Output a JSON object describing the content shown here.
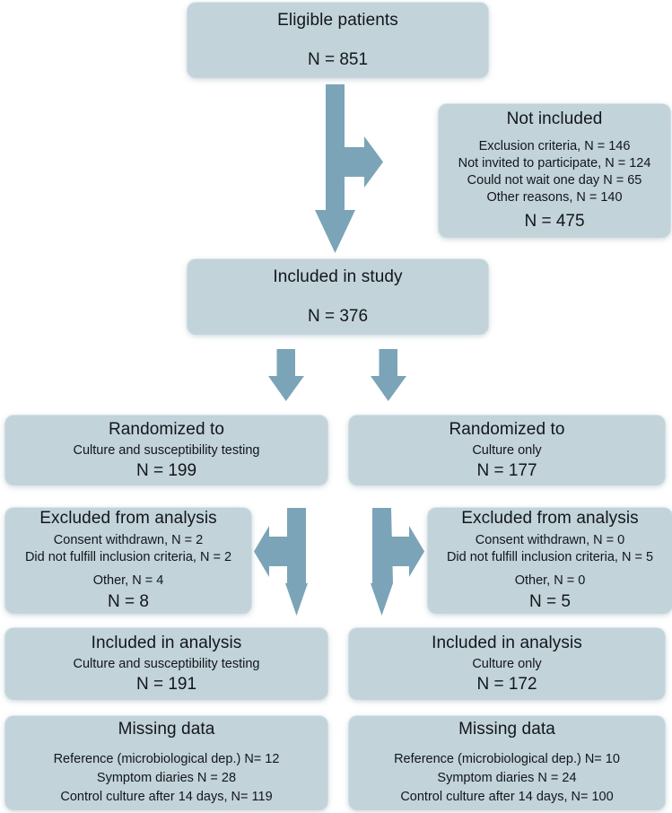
{
  "figure": {
    "type": "flowchart",
    "kind": "CONSORT patient flow diagram",
    "colors": {
      "box_fill": "#c2d3da",
      "arrow_fill": "#7ba4b8",
      "text": "#12161a",
      "background": "#ffffff"
    }
  },
  "nodes": {
    "eligible": {
      "title": "Eligible patients",
      "total": "N = 851"
    },
    "not_included": {
      "title": "Not included",
      "reasons": [
        "Exclusion criteria, N = 146",
        "Not invited to participate, N = 124",
        "Could not wait one day N = 65",
        "Other reasons, N = 140"
      ],
      "total": "N = 475"
    },
    "included_study": {
      "title": "Included in study",
      "total": "N = 376"
    },
    "randomized_left": {
      "title": "Randomized to",
      "sub": "Culture and susceptibility testing",
      "total": "N = 199"
    },
    "randomized_right": {
      "title": "Randomized to",
      "sub": "Culture only",
      "total": "N = 177"
    },
    "excluded_left": {
      "title": "Excluded from analysis",
      "reasons": [
        "Consent withdrawn, N = 2",
        "Did not fulfill inclusion criteria, N = 2",
        "Other, N = 4"
      ],
      "total": "N = 8"
    },
    "excluded_right": {
      "title": "Excluded from analysis",
      "reasons": [
        "Consent withdrawn, N = 0",
        "Did not fulfill inclusion criteria, N = 5",
        "Other, N = 0"
      ],
      "total": "N = 5"
    },
    "analysis_left": {
      "title": "Included in analysis",
      "sub": "Culture and susceptibility testing",
      "total": "N = 191"
    },
    "analysis_right": {
      "title": "Included in analysis",
      "sub": "Culture only",
      "total": "N = 172"
    },
    "missing_left": {
      "title": "Missing data",
      "items": [
        "Reference (microbiological dep.) N= 12",
        "Symptom diaries N = 28",
        "Control culture after 14 days, N= 119"
      ]
    },
    "missing_right": {
      "title": "Missing data",
      "items": [
        "Reference (microbiological dep.) N= 10",
        "Symptom diaries N = 24",
        "Control culture after 14 days, N= 100"
      ]
    }
  },
  "arrows": {
    "eligible_to_included": "down-arrow-with-right-branch",
    "included_to_randomized_left": "down-arrow",
    "included_to_randomized_right": "down-arrow",
    "randomized_left_to_analysis": "down-arrow-with-left-branch",
    "randomized_right_to_analysis": "down-arrow-with-right-branch"
  }
}
